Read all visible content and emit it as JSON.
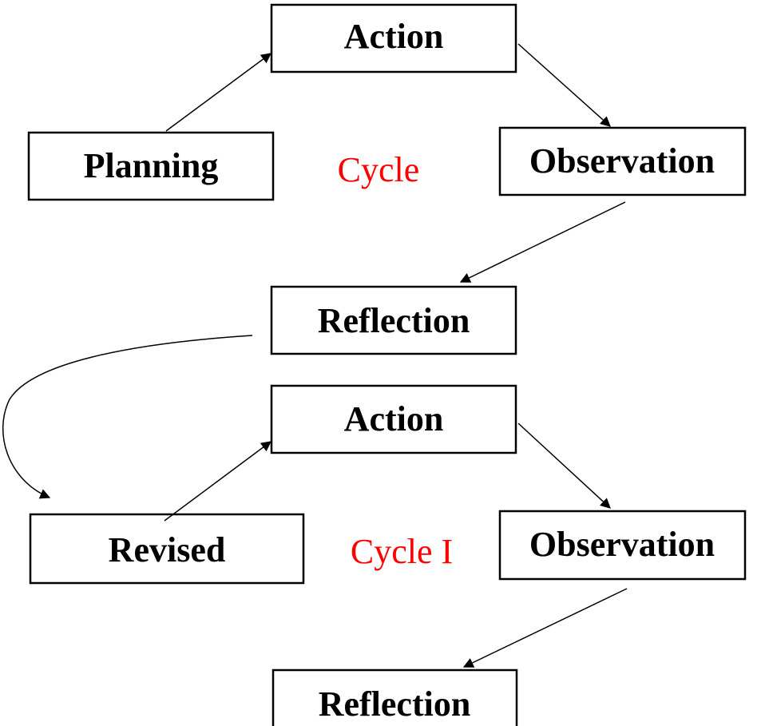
{
  "cycle_top": {
    "label": "Cycle",
    "nodes": {
      "planning": "Planning",
      "action": "Action",
      "observation": "Observation",
      "reflection": "Reflection"
    }
  },
  "cycle_bottom": {
    "label": "Cycle I",
    "nodes": {
      "revised": "Revised",
      "action": "Action",
      "observation": "Observation",
      "reflection": "Reflection"
    }
  },
  "colors": {
    "cycle_label": "#ff0000",
    "stroke": "#000000"
  }
}
